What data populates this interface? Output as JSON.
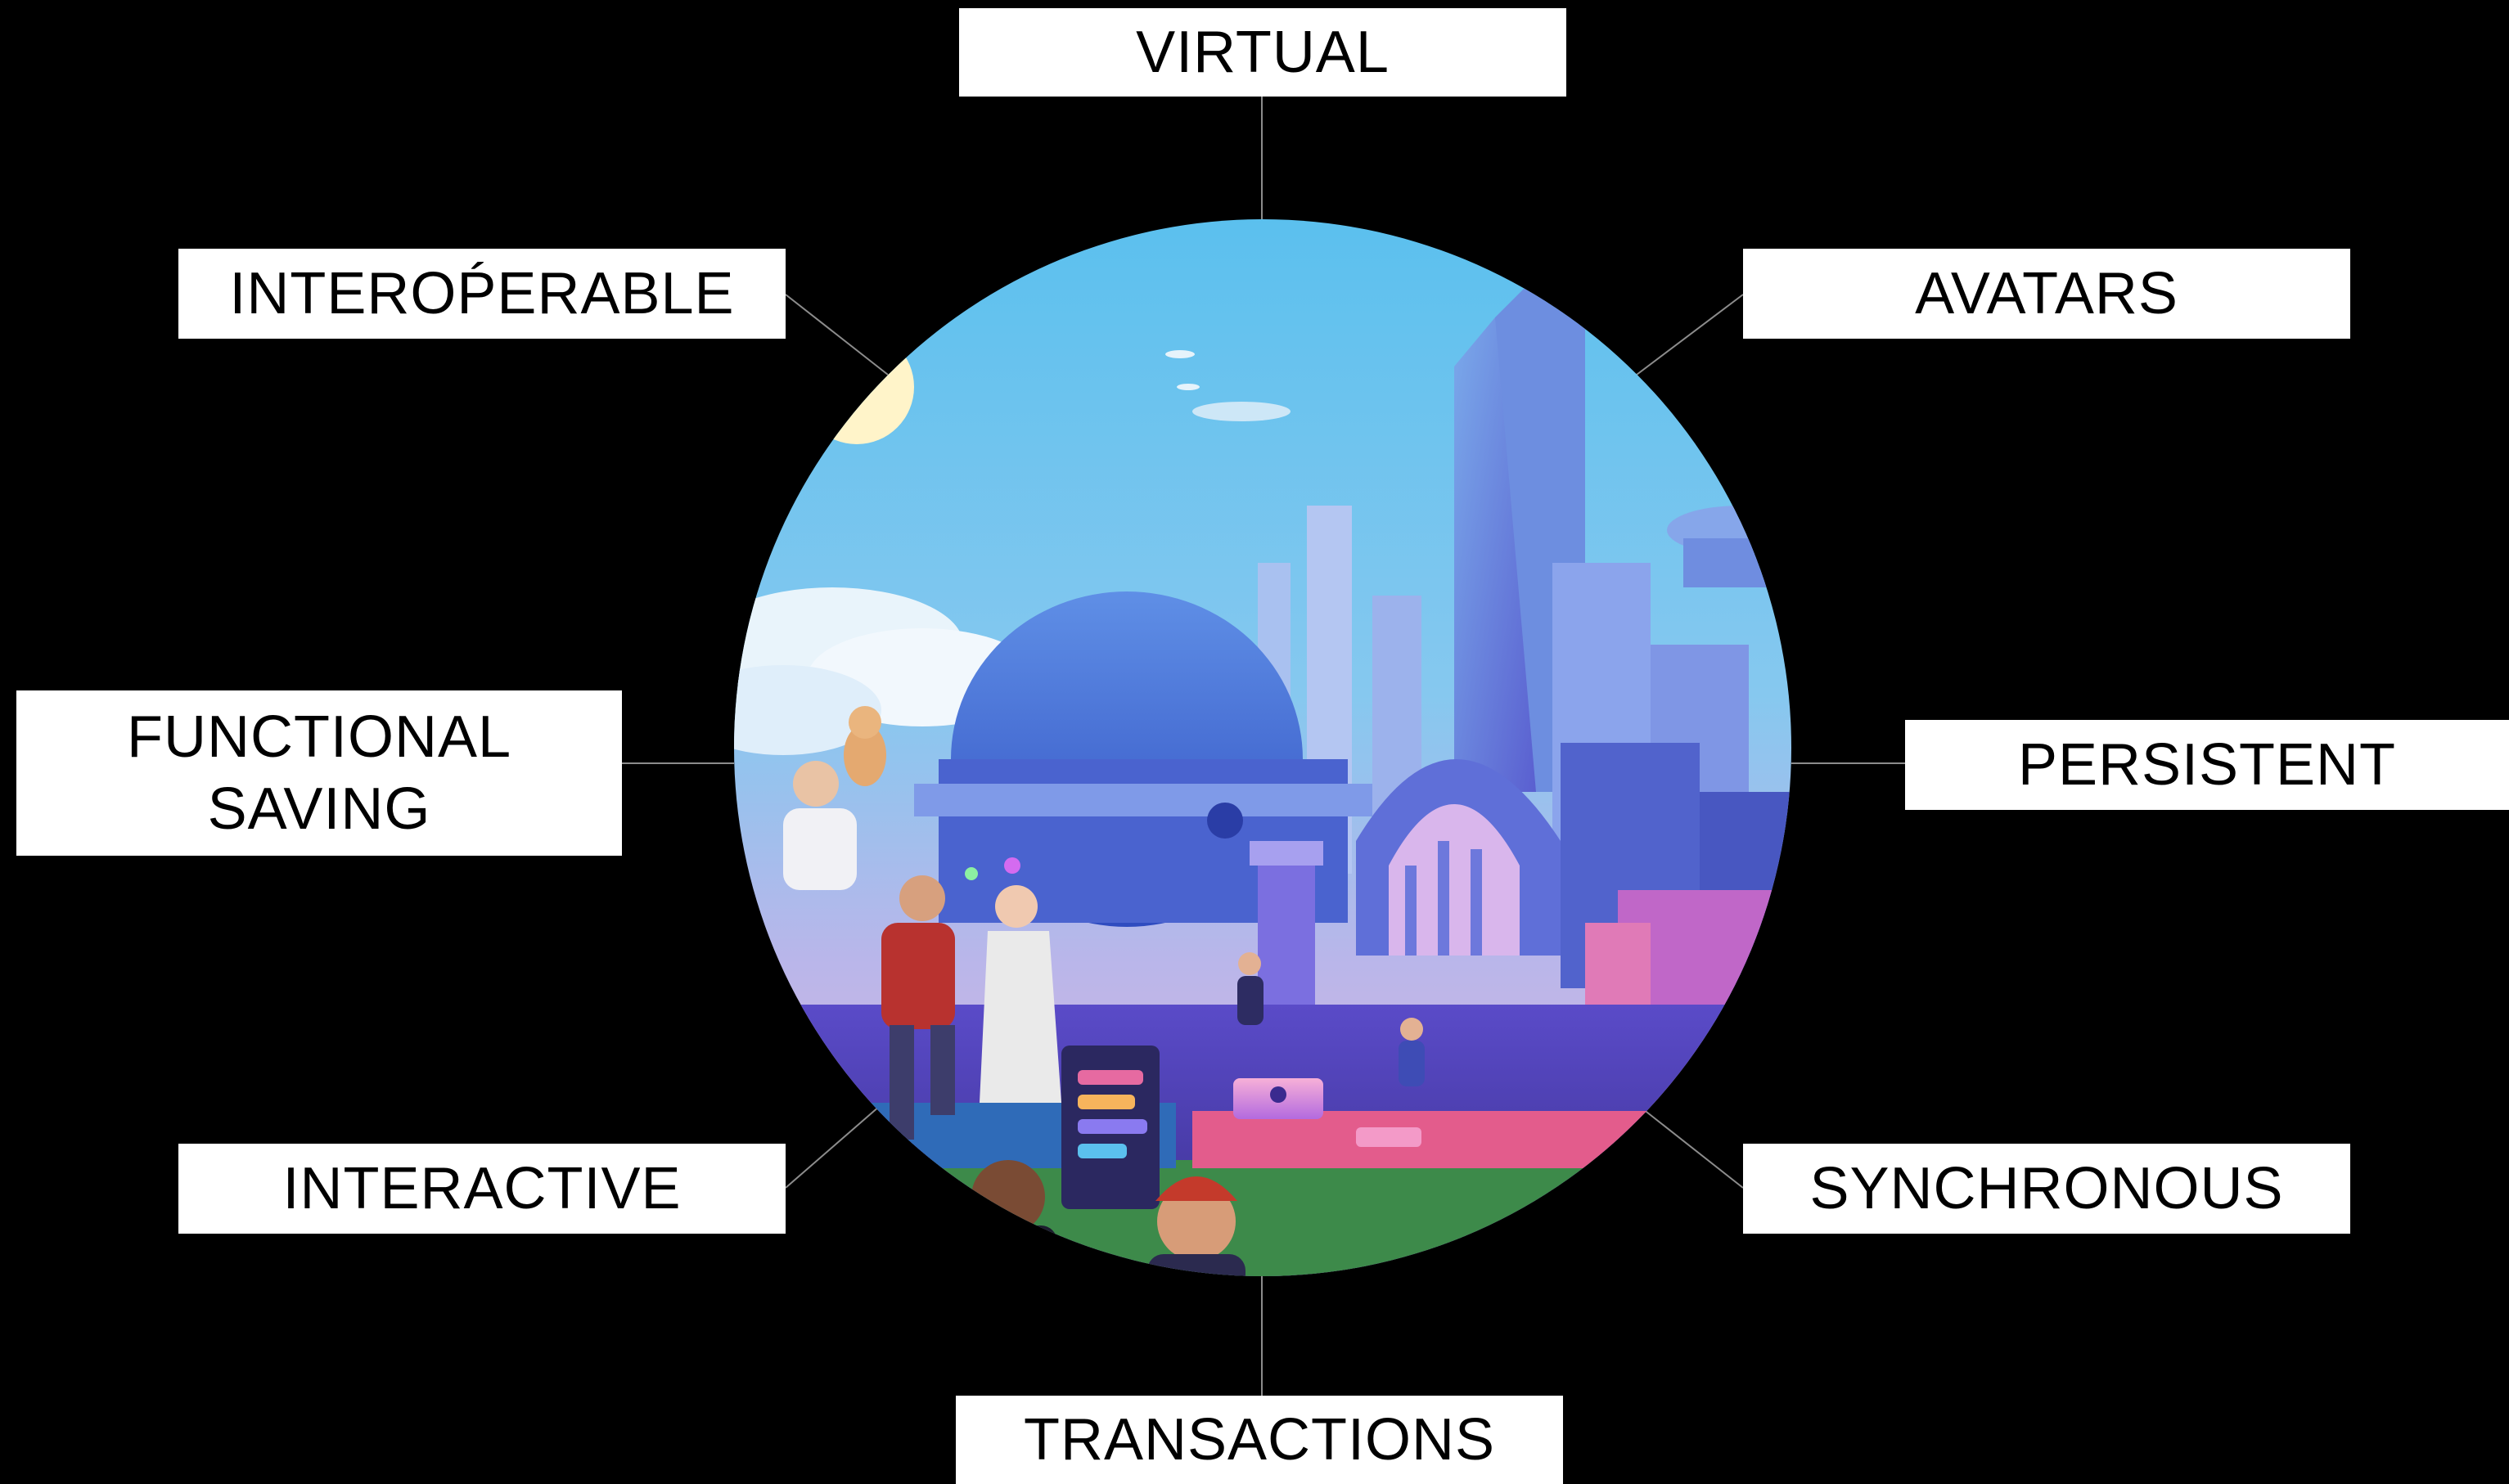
{
  "diagram": {
    "labels": {
      "virtual": "VIRTUAL",
      "interoperable": "INTEROṔERABLE",
      "avatars": "AVATARS",
      "functional_saving_line1": "FUNCTIONAL",
      "functional_saving_line2": "SAVING",
      "persistent": "PERSISTENT",
      "interactive": "INTERACTIVE",
      "synchronous": "SYNCHRONOUS",
      "transactions": "TRANSACTIONS"
    },
    "center_image": {
      "alt": "metaverse-city-illustration"
    },
    "colors": {
      "background": "#000000",
      "box": "#ffffff",
      "text": "#000000",
      "connector": "#8c8c8c"
    }
  }
}
